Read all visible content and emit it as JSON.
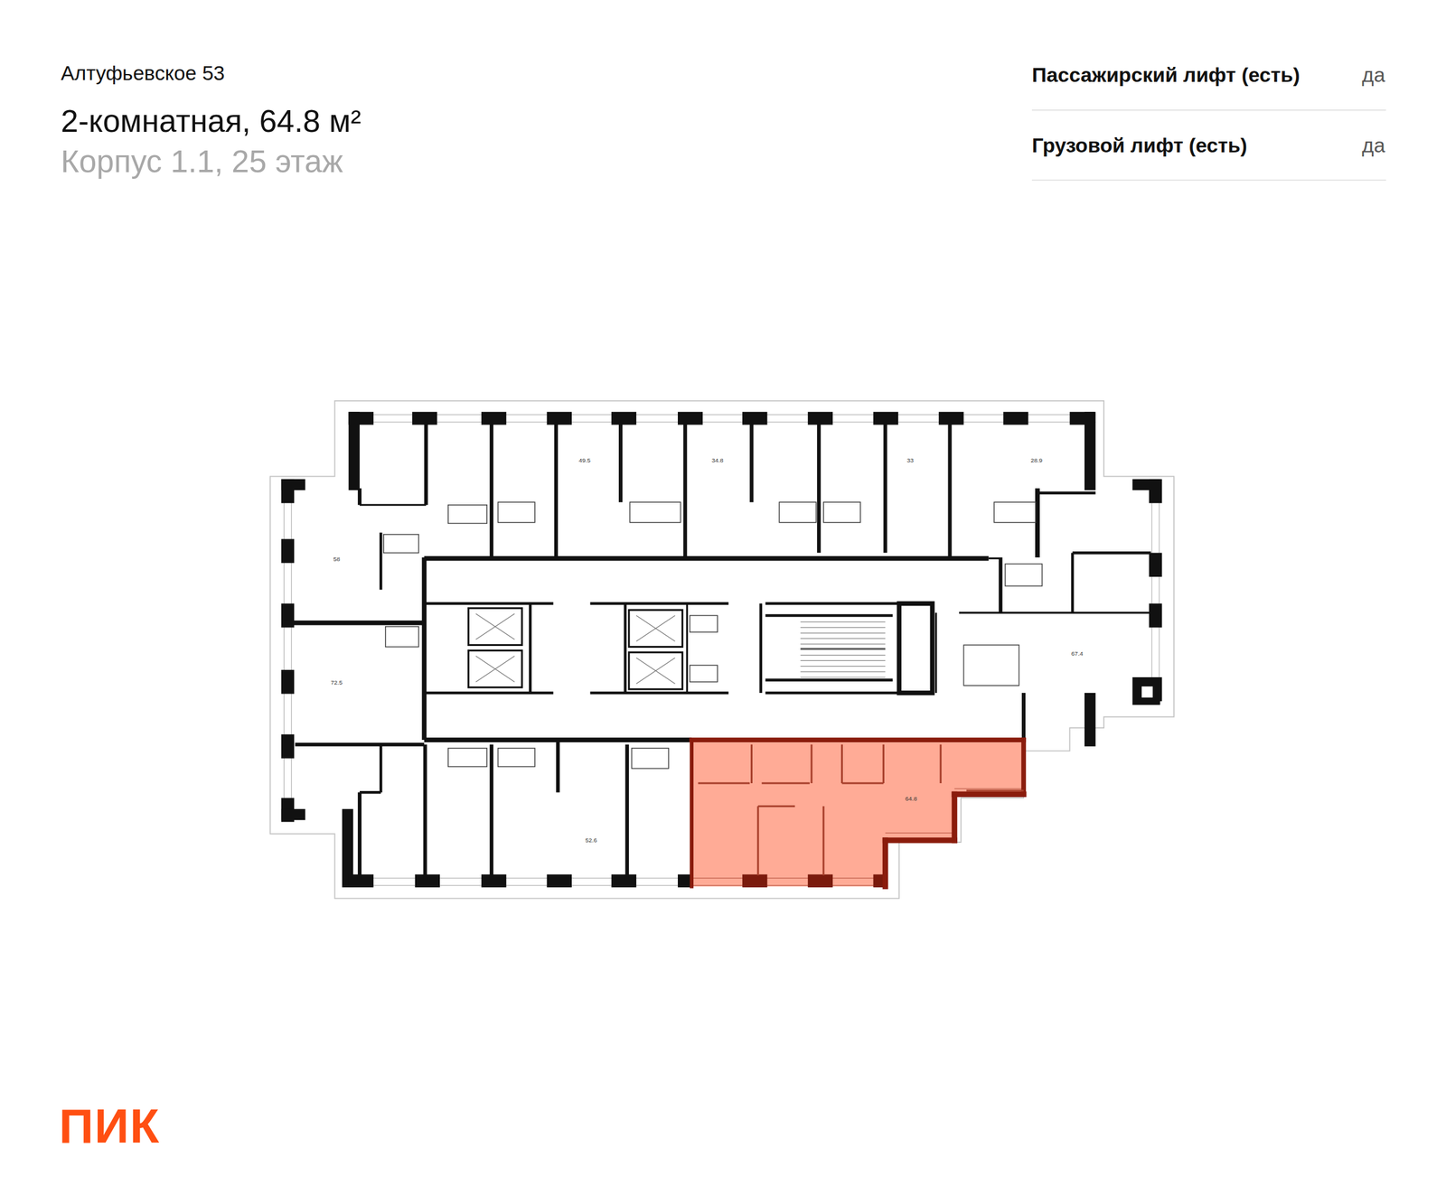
{
  "diagram": {
    "title": "2-комнатная, 64.8 м²",
    "nodes": [
      {
        "text": [
          "49.5"
        ]
      },
      {
        "text": [
          "34.8"
        ]
      },
      {
        "text": [
          "33"
        ]
      },
      {
        "text": [
          "28.9"
        ]
      },
      {
        "text": [
          "58"
        ]
      },
      {
        "text": [
          "67.4"
        ]
      },
      {
        "text": [
          "72.5"
        ]
      },
      {
        "text": [
          "64.8"
        ]
      },
      {
        "text": [
          "52.6"
        ]
      }
    ],
    "labels": [
      "Алтуфьевское 53",
      "Корпус 1.1, 25 этаж",
      "Пассажирский лифт (есть)",
      "да",
      "Грузовой лифт (есть)",
      "да",
      "ПИК"
    ]
  }
}
